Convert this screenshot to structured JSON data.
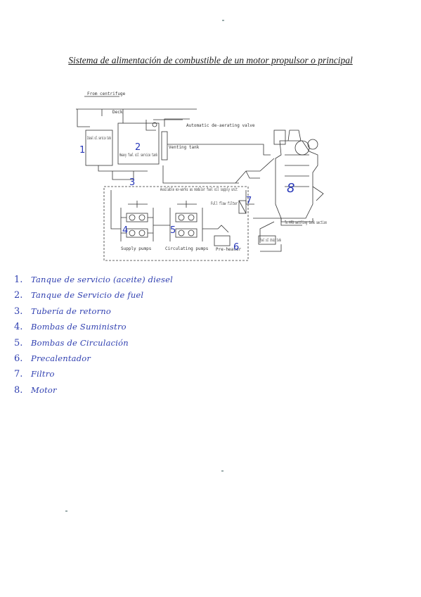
{
  "title": "Sistema de alimentación de combustible de un motor propulsor o principal",
  "diagram": {
    "labels": {
      "from_centrifuge": "From centrifuge",
      "deck": "Deck",
      "automatic_deaerating_valve": "Automatic de-aerating valve",
      "diesel_service_tank": "Diesel oil service tank",
      "heavy_fuel_service_tank": "Heavy fuel oil service tank",
      "venting_tank": "Venting tank",
      "available_ex_works": "Available ex-works as modular fuel oil supply unit",
      "full_flow_filter": "Full flow filter",
      "supply_pumps": "Supply pumps",
      "circulating_pumps": "Circulating pumps",
      "pre_heater": "Pre-heater",
      "to_hfo_settling": "To HFO settling tank section",
      "fuel_oil_drain_tank": "Fuel oil drain tank"
    },
    "numbers": {
      "n1": "1",
      "n2": "2",
      "n3": "3",
      "n4": "4",
      "n5": "5",
      "n6": "6",
      "n7": "7",
      "n8": "8"
    }
  },
  "legend": [
    {
      "num": "1.",
      "text": "Tanque de servicio (aceite) diesel"
    },
    {
      "num": "2.",
      "text": "Tanque de Servicio de fuel"
    },
    {
      "num": "3.",
      "text": "Tubería de retorno"
    },
    {
      "num": "4.",
      "text": "Bombas de Suministro"
    },
    {
      "num": "5.",
      "text": "Bombas de Circulación"
    },
    {
      "num": "6.",
      "text": "Precalentador"
    },
    {
      "num": "7.",
      "text": "Filtro"
    },
    {
      "num": "8.",
      "text": "Motor"
    }
  ],
  "colors": {
    "ink_blue": "#2f3fb0",
    "line": "#333333"
  }
}
